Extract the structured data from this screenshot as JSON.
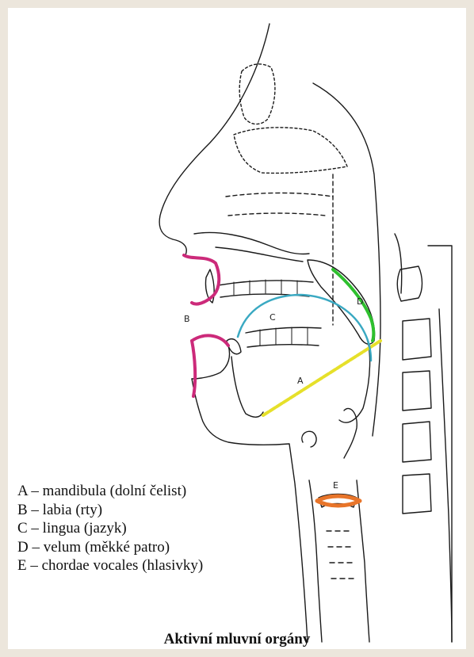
{
  "figure": {
    "title": "Aktivní mluvní orgány",
    "part_labels": [
      "A",
      "B",
      "C",
      "D",
      "E"
    ],
    "legend": [
      "A – mandibula (dolní čelist)",
      "B – labia (rty)",
      "C – lingua (jazyk)",
      "D – velum (měkké patro)",
      "E – chordae vocales (hlasivky)"
    ],
    "highlight_colors": {
      "A": "#e6e02a",
      "B": "#cc2a7a",
      "C": "#3aa9c2",
      "D": "#2ec02e",
      "E": "#e8752a"
    }
  }
}
